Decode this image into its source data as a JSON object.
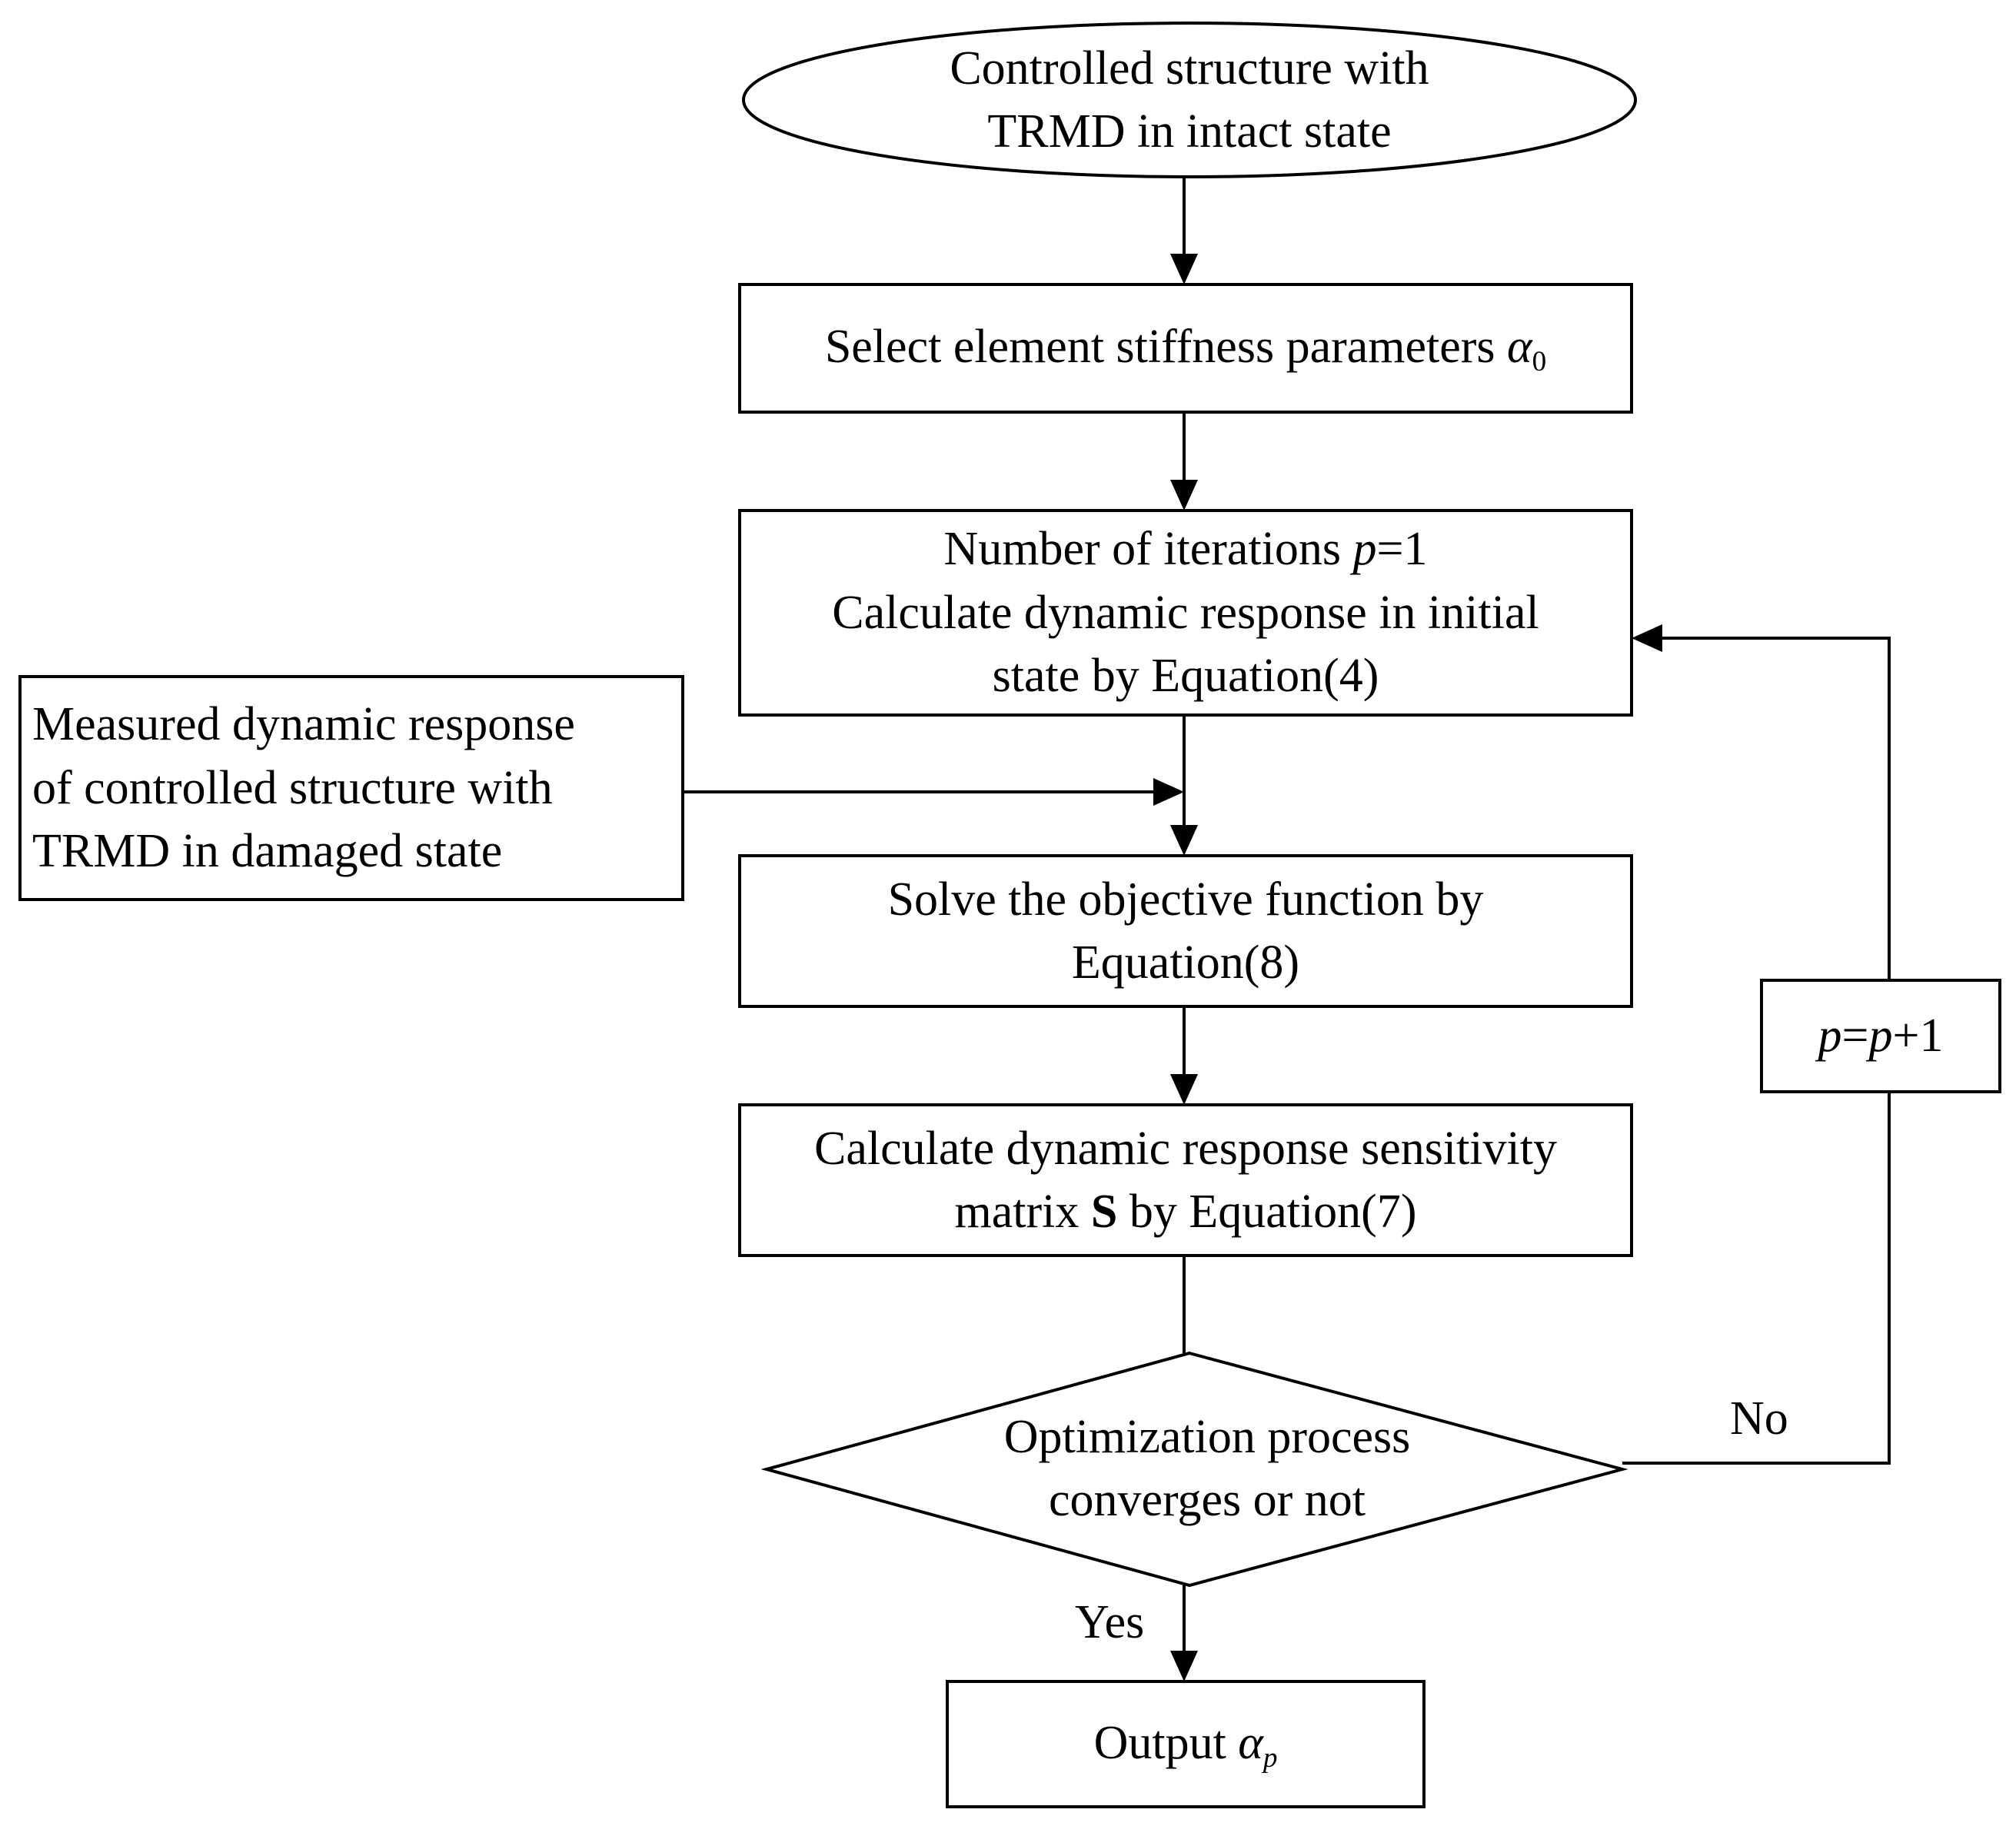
{
  "nodes": {
    "start": {
      "line1": "Controlled structure with",
      "line2": "TRMD in intact state"
    },
    "select": {
      "text": "Select element stiffness parameters ",
      "symbol": "α",
      "subscript": "0"
    },
    "iterate": {
      "line1_text": "Number of iterations  ",
      "line1_var": "p",
      "line1_rest": "=1",
      "line2": "Calculate dynamic response in initial",
      "line3": "state by Equation(4)"
    },
    "measured": {
      "line1": "Measured dynamic response",
      "line2": "of controlled structure with",
      "line3": "TRMD in damaged state"
    },
    "objective": {
      "line1": "Solve the objective function by",
      "line2": "Equation(8)"
    },
    "sensitivity": {
      "line1": "Calculate dynamic response sensitivity",
      "line2_pre": "matrix ",
      "line2_bold": "S",
      "line2_post": " by Equation(7)"
    },
    "decision": {
      "line1": "Optimization process",
      "line2": "converges or not"
    },
    "increment": {
      "var1": "p",
      "eq": "=",
      "var2": "p",
      "rest": "+1"
    },
    "output": {
      "text": "Output ",
      "symbol": "α",
      "subscript": "p"
    }
  },
  "edge_labels": {
    "no": "No",
    "yes": "Yes"
  }
}
